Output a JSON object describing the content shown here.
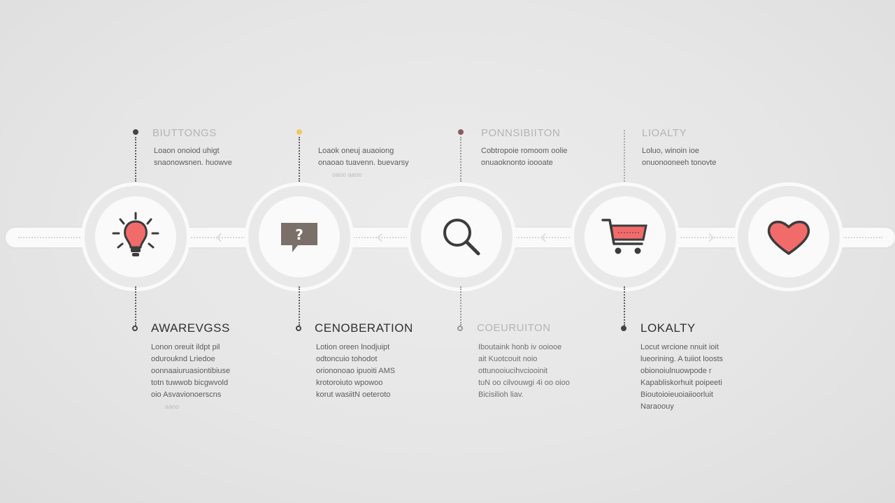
{
  "colors": {
    "accent": "#f26b6b",
    "icon_dark": "#3c3c3c",
    "chat_bubble": "#7b6f6a",
    "yellow_dot": "#f0c868",
    "maroon_dot": "#8a5a62"
  },
  "top_labels": [
    {
      "title": "BIUTTONGS",
      "lines": [
        "Loaon onoiod uhigt",
        "snaonowsnen. huowve"
      ],
      "extra": ""
    },
    {
      "title": "",
      "lines": [
        "Loaok oneuj auaoiong",
        "onaoao tuavenn. buevarsy"
      ],
      "extra": "oaoo aaoo"
    },
    {
      "title": "PONNSIBIITON",
      "lines": [
        "Cobtropoie romoom oolie",
        "onuaoknonto ioooate"
      ],
      "extra": ""
    },
    {
      "title": "LIOALTY",
      "lines": [
        "Loluo, winoin ioe",
        "onuonooneeh tonovte"
      ],
      "extra": ""
    }
  ],
  "bottom_labels": [
    {
      "title": "AWAREVGSS",
      "lines": [
        "Lonon oreuit ildpt pil",
        "odurouknd Lriedoe",
        "oonnaaiuruasiontibiuse",
        "totn tuwwob bicgwvold",
        "oio Asvavionoerscns"
      ],
      "extra": "aaoo"
    },
    {
      "title": "CENOBERATION",
      "lines": [
        "Lotion oreen lnodjuipt",
        "odtoncuio tohodot",
        "oriononoao ipuoiti AMS",
        "krotoroiuto wpowoo",
        "korut wasiitN oeteroto"
      ],
      "extra": ""
    },
    {
      "title": "COEURUITON",
      "lines": [
        "Iboutaink honb iv ooiooe",
        "ait Kuotcouit noio",
        "ottunooiucihvciooinit",
        "tuN oo cilvouwgi 4i oo oioo",
        "Bicisilioh liav."
      ],
      "extra": ""
    },
    {
      "title": "LOKALTY",
      "lines": [
        "Locut wrcione nnuit ioit",
        "lueorining. A tuiiot loosts",
        "obionoiulnuowpode r",
        "Kapabliskorhuit poipeeti",
        "Bioutoioieuoiaiioorluit"
      ],
      "extra": "Naraoouy"
    }
  ],
  "stages": [
    {
      "icon": "lightbulb-icon"
    },
    {
      "icon": "chat-bubble-icon",
      "glyph": "?"
    },
    {
      "icon": "magnifier-icon"
    },
    {
      "icon": "shopping-cart-icon"
    },
    {
      "icon": "heart-icon"
    }
  ]
}
